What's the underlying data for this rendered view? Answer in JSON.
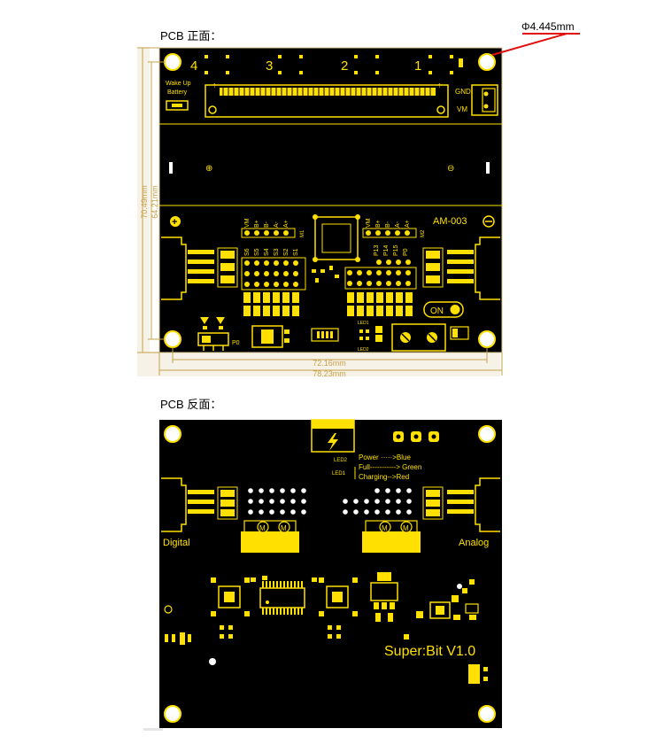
{
  "front": {
    "caption": "PCB 正面：",
    "hole_diameter": "Φ4.445mm",
    "buttons": [
      "4",
      "3",
      "2",
      "1"
    ],
    "wake_up": "Wake Up",
    "battery": "Battery",
    "gnd": "GND",
    "vm": "VM",
    "model": "AM-003",
    "m1": "M1",
    "m2": "M2",
    "pins_m1": [
      "VM",
      "B+",
      "B-",
      "A-",
      "A+"
    ],
    "pins_m2": [
      "VM",
      "B+",
      "B-",
      "A-",
      "A+"
    ],
    "servo_left": [
      "S6",
      "S5",
      "S4",
      "S3",
      "S2",
      "S1"
    ],
    "servo_right": [
      "P13",
      "P14",
      "P15",
      "P0"
    ],
    "on_label": "ON",
    "p0": "P0",
    "led1": "LED1",
    "led2": "LED2",
    "dim_h_inner": "64.21mm",
    "dim_h_outer": "70.49mm",
    "dim_w_inner": "72.16mm",
    "dim_w_outer": "78.23mm"
  },
  "back": {
    "caption": "PCB 反面：",
    "led2": "LED2",
    "led1": "LED1",
    "power": "Power ·····>Blue",
    "full": "Full-----------> Green",
    "charging": "Charging-->Red",
    "digital": "Digital",
    "analog": "Analog",
    "title": "Super:Bit  V1.0",
    "m": "M"
  }
}
